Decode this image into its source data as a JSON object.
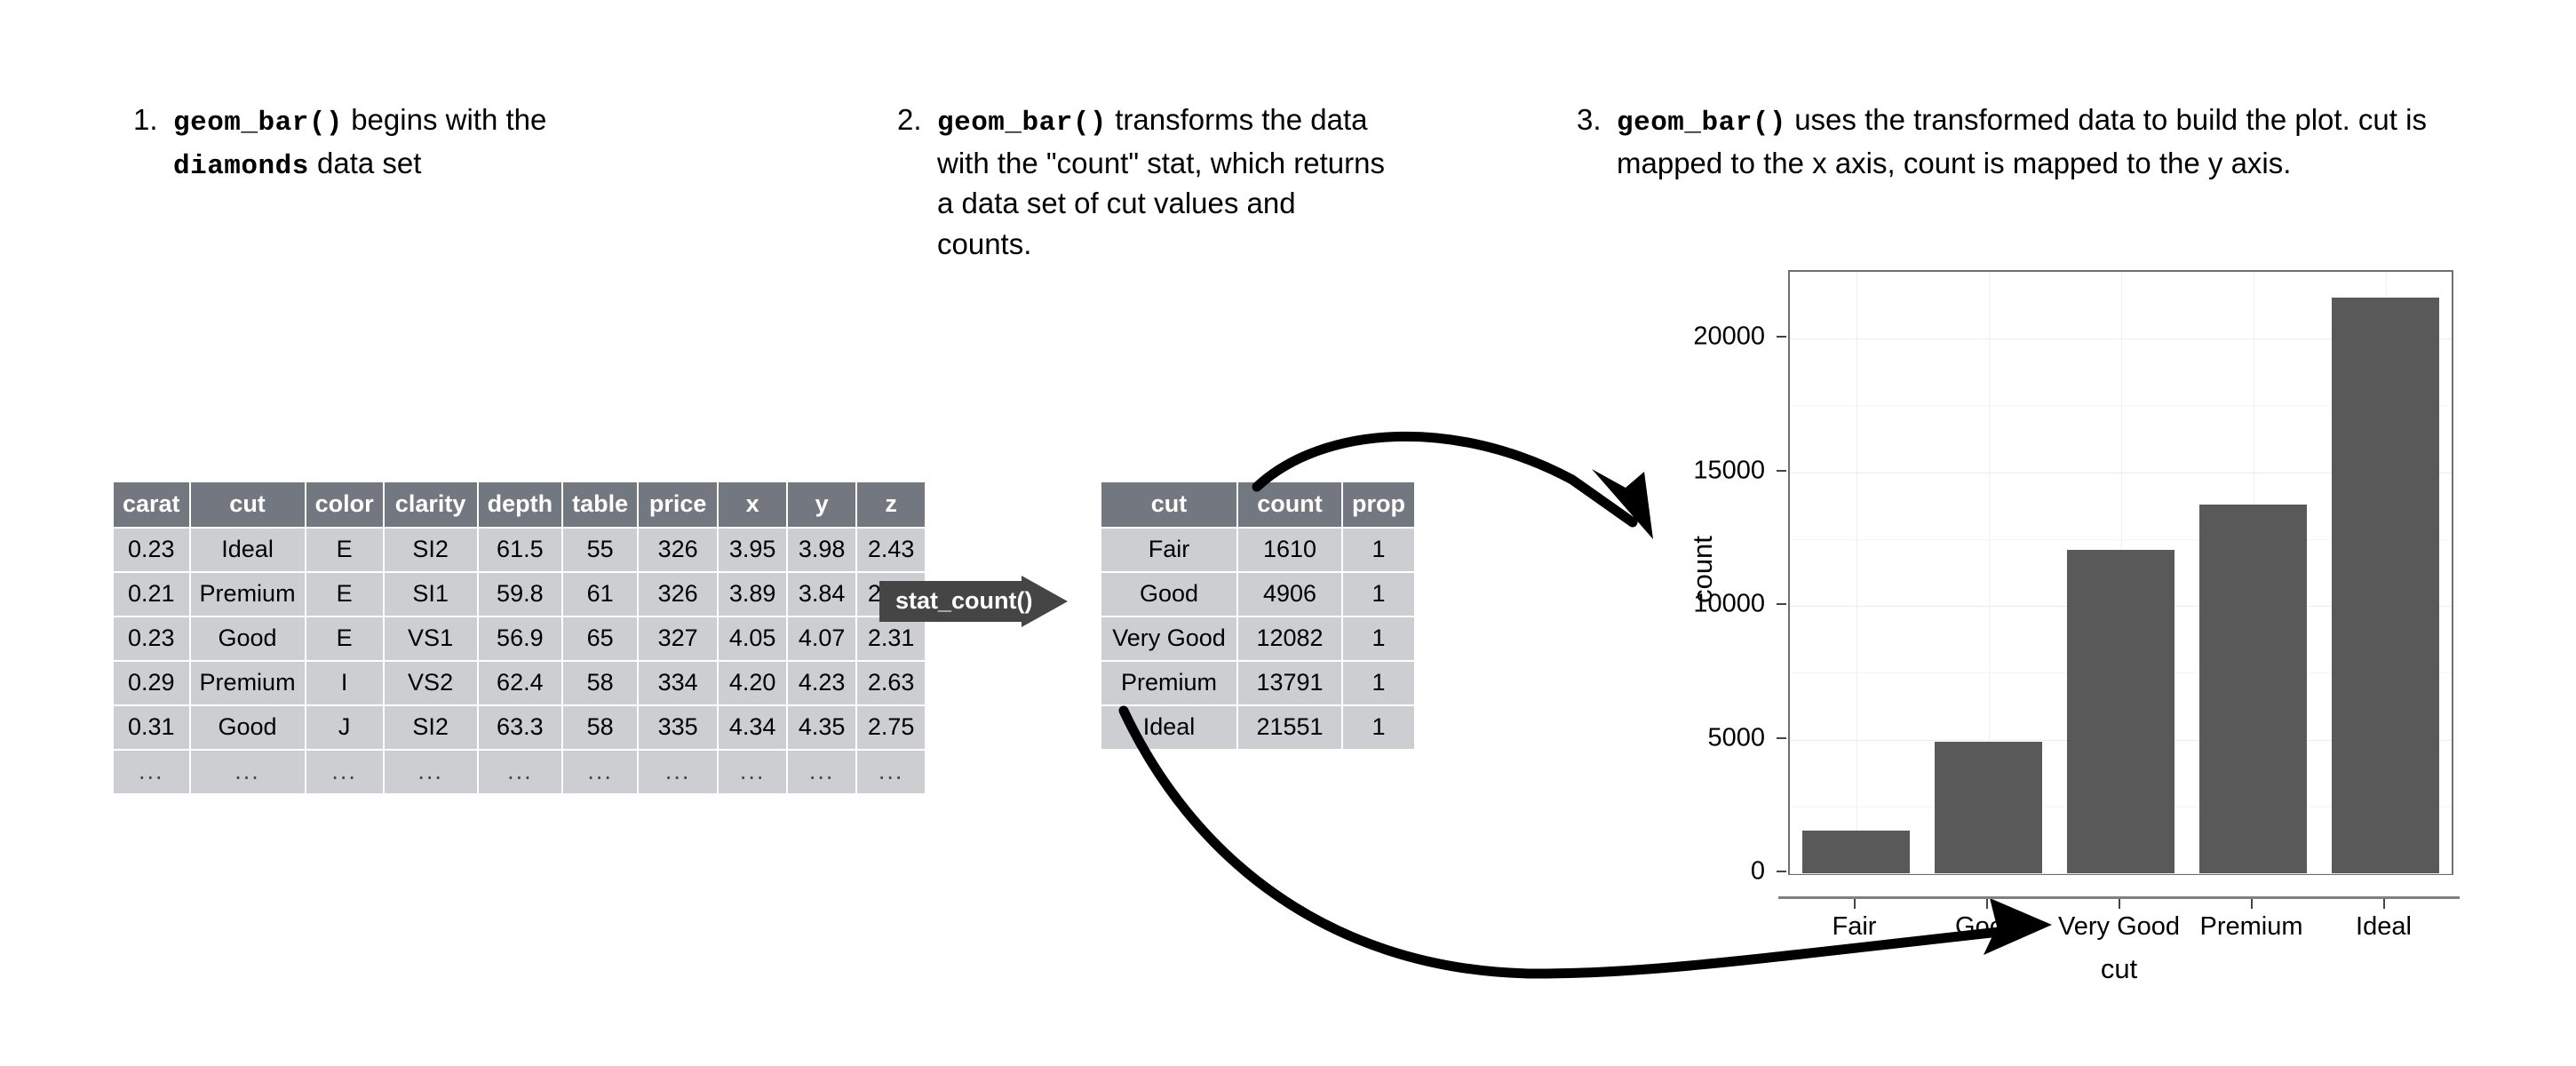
{
  "steps": [
    {
      "number": "1.",
      "parts": [
        {
          "text": "geom_bar()",
          "mono": true
        },
        {
          "text": " begins with the ",
          "mono": false
        },
        {
          "text": "diamonds",
          "mono": true
        },
        {
          "text": " data set",
          "mono": false
        }
      ]
    },
    {
      "number": "2.",
      "parts": [
        {
          "text": "geom_bar()",
          "mono": true
        },
        {
          "text": " transforms the data with the \"count\" stat, which returns a data set of cut values and counts.",
          "mono": false
        }
      ]
    },
    {
      "number": "3.",
      "parts": [
        {
          "text": "geom_bar()",
          "mono": true
        },
        {
          "text": " uses the transformed data to build the plot. cut is mapped to the x axis, count is mapped to the y axis.",
          "mono": false
        }
      ]
    }
  ],
  "diamonds_table": {
    "name": "diamonds",
    "columns": [
      "carat",
      "cut",
      "color",
      "clarity",
      "depth",
      "table",
      "price",
      "x",
      "y",
      "z"
    ],
    "rows": [
      [
        "0.23",
        "Ideal",
        "E",
        "SI2",
        "61.5",
        "55",
        "326",
        "3.95",
        "3.98",
        "2.43"
      ],
      [
        "0.21",
        "Premium",
        "E",
        "SI1",
        "59.8",
        "61",
        "326",
        "3.89",
        "3.84",
        "2.31"
      ],
      [
        "0.23",
        "Good",
        "E",
        "VS1",
        "56.9",
        "65",
        "327",
        "4.05",
        "4.07",
        "2.31"
      ],
      [
        "0.29",
        "Premium",
        "I",
        "VS2",
        "62.4",
        "58",
        "334",
        "4.20",
        "4.23",
        "2.63"
      ],
      [
        "0.31",
        "Good",
        "J",
        "SI2",
        "63.3",
        "58",
        "335",
        "4.34",
        "4.35",
        "2.75"
      ],
      [
        "...",
        "...",
        "...",
        "...",
        "...",
        "...",
        "...",
        "...",
        "...",
        "..."
      ]
    ]
  },
  "counts_table": {
    "columns": [
      "cut",
      "count",
      "prop"
    ],
    "rows": [
      [
        "Fair",
        "1610",
        "1"
      ],
      [
        "Good",
        "4906",
        "1"
      ],
      [
        "Very Good",
        "12082",
        "1"
      ],
      [
        "Premium",
        "13791",
        "1"
      ],
      [
        "Ideal",
        "21551",
        "1"
      ]
    ]
  },
  "stat_arrow": {
    "label": "stat_count()",
    "fill": "#454545"
  },
  "chart_data": {
    "type": "bar",
    "title": "",
    "xlabel": "cut",
    "ylabel": "count",
    "categories": [
      "Fair",
      "Good",
      "Very Good",
      "Premium",
      "Ideal"
    ],
    "values": [
      1610,
      4906,
      12082,
      13791,
      21551
    ],
    "ylim": [
      0,
      22500
    ],
    "yticks": [
      0,
      5000,
      10000,
      15000,
      20000
    ],
    "ytick_labels": [
      "0",
      "5000",
      "10000",
      "15000",
      "20000"
    ],
    "minor_yticks": [
      2500,
      7500,
      12500,
      17500
    ],
    "grid": true,
    "legend": "none",
    "bar_color": "#595959",
    "panel_border_color": "#6f6f6f"
  },
  "colors": {
    "table_header_bg": "#73777f",
    "table_cell_bg": "#ccced1",
    "arrow_black": "#000000",
    "background": "#ffffff"
  }
}
